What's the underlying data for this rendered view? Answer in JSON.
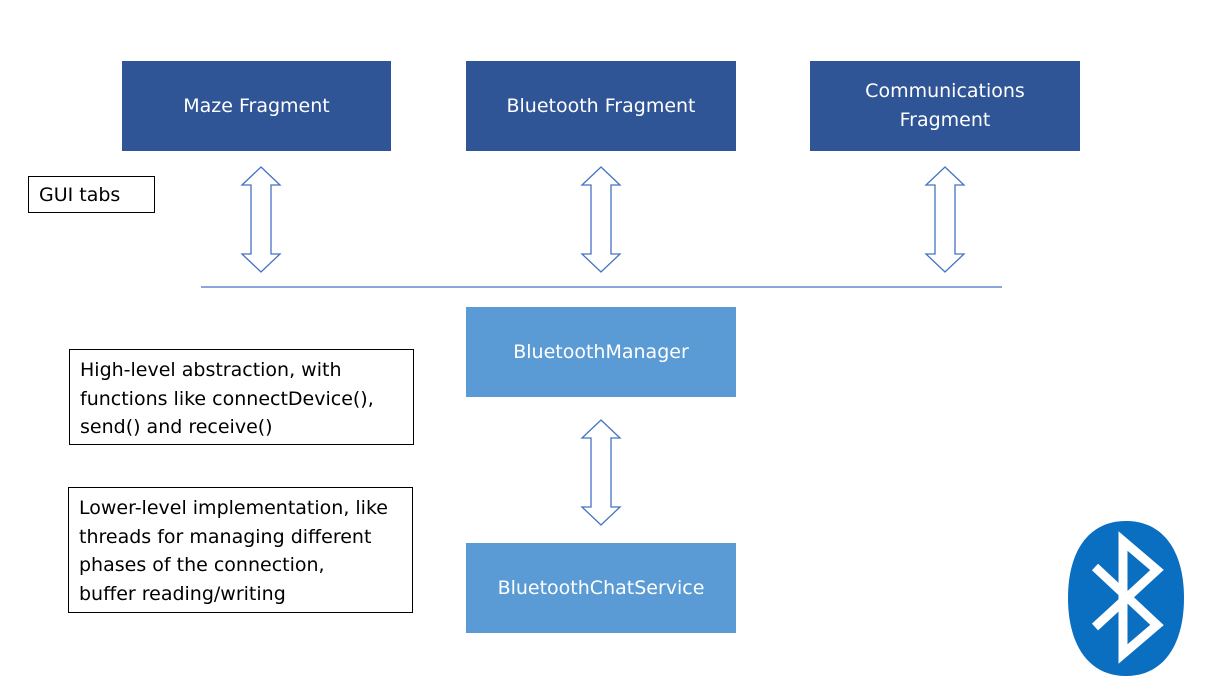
{
  "fragments": [
    {
      "lines": [
        "Maze Fragment"
      ]
    },
    {
      "lines": [
        "Bluetooth Fragment"
      ]
    },
    {
      "lines": [
        "Communications",
        "Fragment"
      ]
    }
  ],
  "gui_tabs_label": "GUI tabs",
  "manager": {
    "label": "BluetoothManager"
  },
  "chat_service": {
    "label": "BluetoothChatService"
  },
  "notes": {
    "high_level": {
      "lines": [
        "High-level abstraction, with",
        "functions like connectDevice(),",
        "send() and receive()"
      ]
    },
    "low_level": {
      "lines": [
        "Lower-level implementation, like",
        "threads for managing different",
        "phases of the connection,",
        "buffer reading/writing"
      ]
    }
  },
  "colors": {
    "fragment_box": "#2f5597",
    "service_box": "#5b9bd5",
    "arrow_outline": "#4472c4",
    "logo_blue": "#0a6ec1"
  },
  "icons": {
    "logo": "bluetooth-logo-icon",
    "arrow": "double-arrow-icon"
  }
}
